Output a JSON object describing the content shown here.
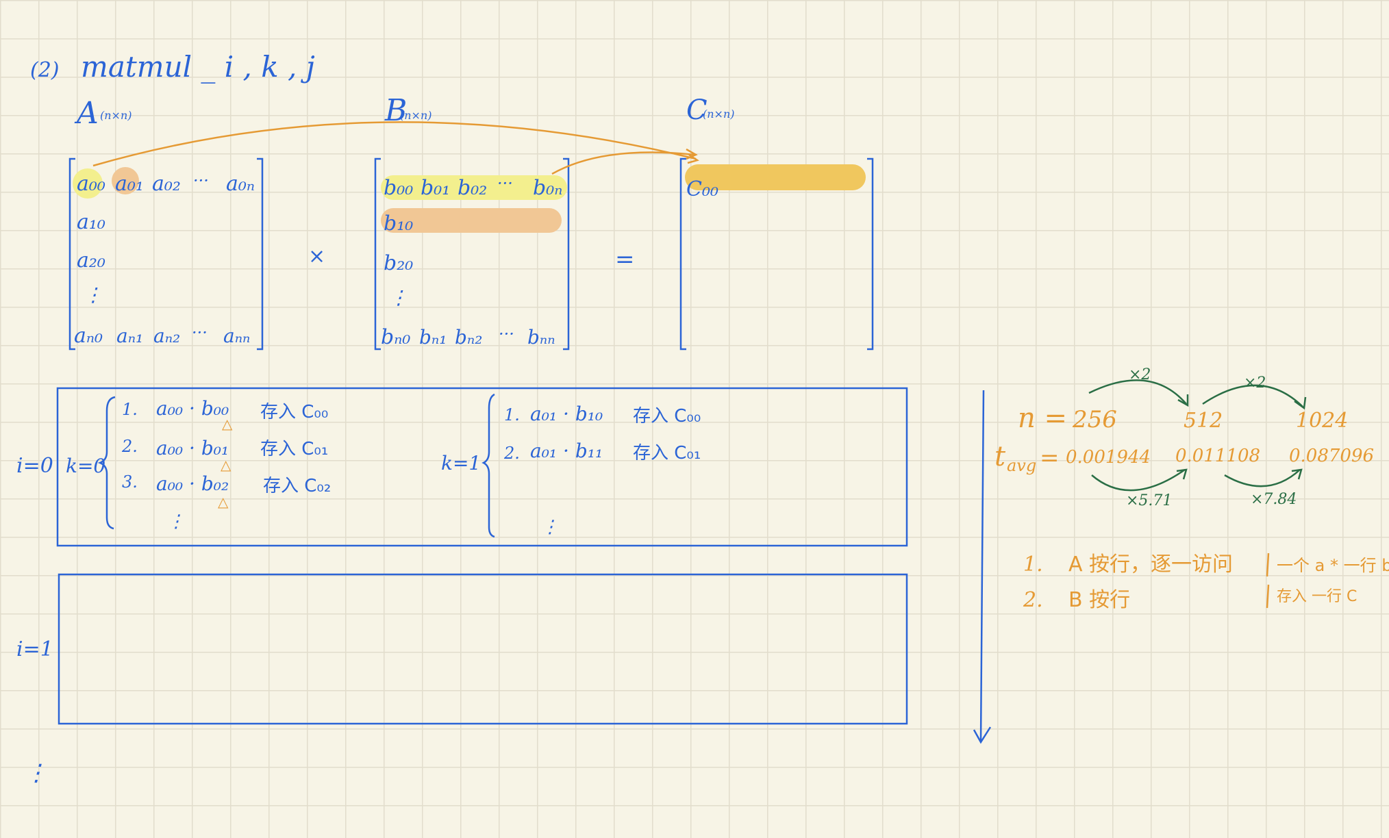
{
  "title": {
    "number": "(2)",
    "text": "matmul _ i , k , j"
  },
  "matrices": {
    "A": {
      "label": "A",
      "sub": "(n×n)",
      "rows": [
        [
          "a₀₀",
          "a₀₁",
          "a₀₂",
          "···",
          "a₀ₙ"
        ],
        [
          "a₁₀"
        ],
        [
          "a₂₀"
        ],
        [
          "⋮"
        ],
        [
          "aₙ₀",
          "aₙ₁",
          "aₙ₂",
          "···",
          "aₙₙ"
        ]
      ]
    },
    "times": "×",
    "B": {
      "label": "B",
      "sub": "(n×n)",
      "rows": [
        [
          "b₀₀",
          "b₀₁",
          "b₀₂",
          "···",
          "b₀ₙ"
        ],
        [
          "b₁₀"
        ],
        [
          "b₂₀"
        ],
        [
          "⋮"
        ],
        [
          "bₙ₀",
          "bₙ₁",
          "bₙ₂",
          "···",
          "bₙₙ"
        ]
      ]
    },
    "equals": "=",
    "C": {
      "label": "C",
      "sub": "(n×n)",
      "first": "C₀₀"
    }
  },
  "box_i0": {
    "i_label": "i=0",
    "k0": {
      "label": "k=0",
      "steps": [
        {
          "n": "1.",
          "expr": "a₀₀ · b₀₀",
          "store": "存入 C₀₀"
        },
        {
          "n": "2.",
          "expr": "a₀₀ · b₀₁",
          "store": "存入 C₀₁"
        },
        {
          "n": "3.",
          "expr": "a₀₀ · b₀₂",
          "store": "存入 C₀₂"
        }
      ],
      "more": "⋮"
    },
    "k1": {
      "label": "k=1",
      "steps": [
        {
          "n": "1.",
          "expr": "a₀₁ · b₁₀",
          "store": "存入 C₀₀"
        },
        {
          "n": "2.",
          "expr": "a₀₁ · b₁₁",
          "store": "存入 C₀₁"
        }
      ],
      "more": "⋮"
    },
    "marker": "△"
  },
  "box_i1": {
    "i_label": "i=1"
  },
  "bottom_dots": "⋮",
  "perf": {
    "n_label": "n =",
    "t_label": "t",
    "t_sub": "avg",
    "t_eq": "=",
    "n_values": [
      "256",
      "512",
      "1024"
    ],
    "t_values": [
      "0.001944",
      "0.011108",
      "0.087096"
    ],
    "n_ratios": [
      "×2",
      "×2"
    ],
    "t_ratios": [
      "×5.71",
      "×7.84"
    ]
  },
  "notes": {
    "lines": [
      {
        "n": "1.",
        "text": "A 按行，逐一访问"
      },
      {
        "n": "2.",
        "text": "B 按行"
      }
    ],
    "brace_notes": [
      "一个 a * 一行 b",
      "存入 一行 C"
    ]
  },
  "colors": {
    "ink_blue": "#2b64d6",
    "ink_orange": "#e59a34",
    "ink_green": "#2a6e45",
    "highlight_yellow": "#f3ef8e",
    "highlight_peach": "#f1c795",
    "highlight_gold": "#f0c75e",
    "paper": "#f7f4e6",
    "grid": "#e2ddcc"
  }
}
